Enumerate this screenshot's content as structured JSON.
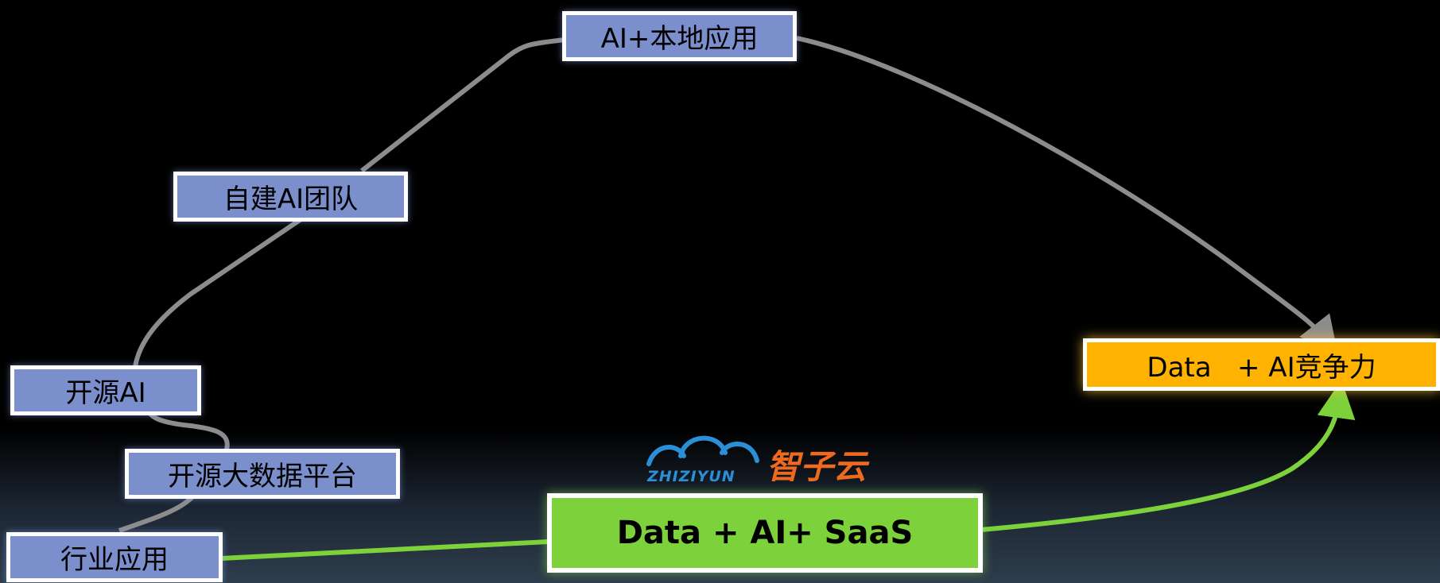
{
  "nodes": {
    "ai_local": "AI+本地应用",
    "self_ai_team": "自建AI团队",
    "open_source_ai": "开源AI",
    "open_bigdata": "开源大数据平台",
    "industry_app": "行业应用",
    "data_ai_competitiveness": "Data   + AI竞争力",
    "data_ai_saas": "Data + AI+ SaaS"
  },
  "logo": {
    "latin": "ZHIZIYUN",
    "chinese": "智子云"
  },
  "colors": {
    "node_blue": "#7a8fcc",
    "node_orange": "#ffb300",
    "node_green": "#7dd13a",
    "path_gray": "#8c8c8c",
    "path_green": "#7dd13a",
    "logo_blue": "#2a8fd6",
    "logo_orange": "#ef6a1f"
  }
}
